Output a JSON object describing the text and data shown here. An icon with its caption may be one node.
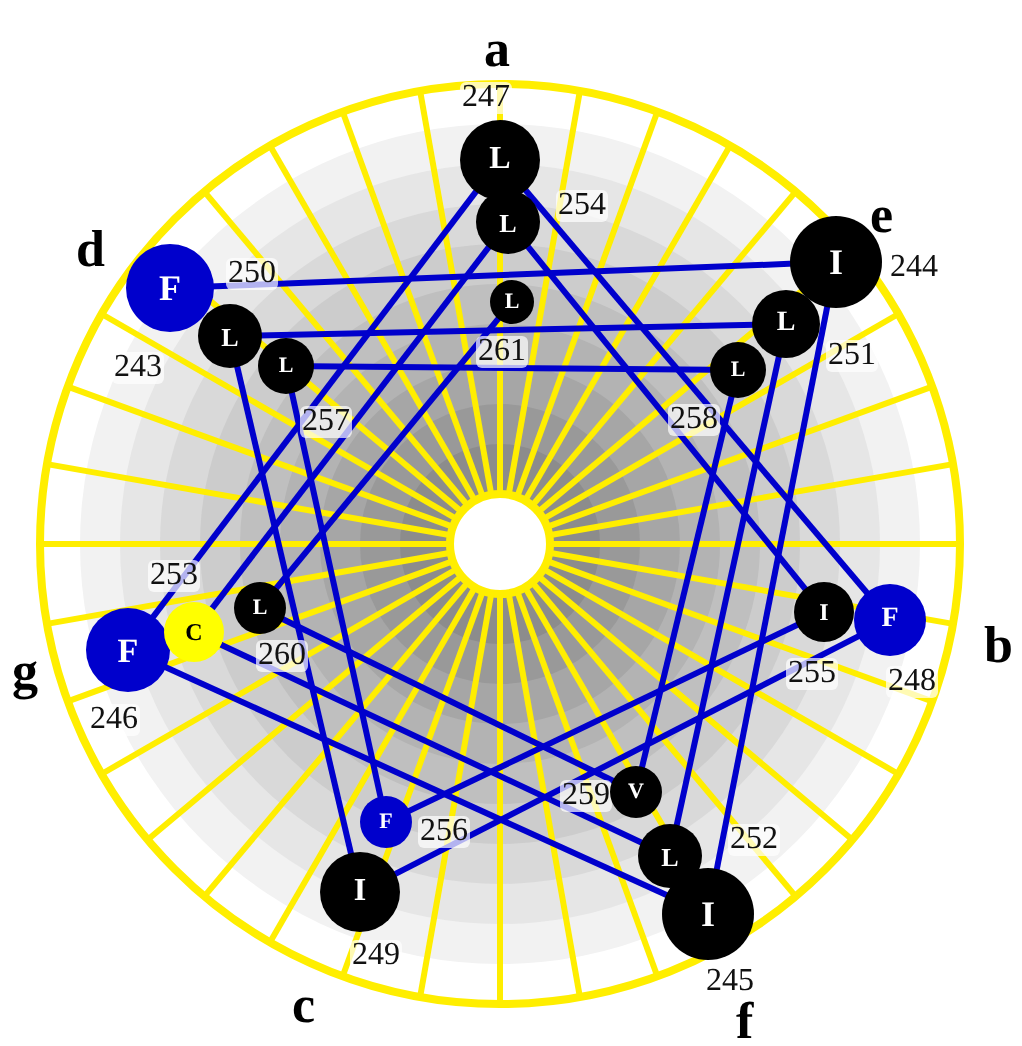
{
  "diagram": {
    "nodes": [
      {
        "text": [
          "F"
        ],
        "beside": [
          "243"
        ]
      },
      {
        "text": [
          "I"
        ],
        "beside": [
          "244"
        ]
      },
      {
        "text": [
          "I"
        ],
        "beside": [
          "245"
        ]
      },
      {
        "text": [
          "F"
        ],
        "beside": [
          "246"
        ]
      },
      {
        "text": [
          "L"
        ],
        "beside": [
          "247"
        ]
      },
      {
        "text": [
          "F"
        ],
        "beside": [
          "248"
        ]
      },
      {
        "text": [
          "I"
        ],
        "beside": [
          "249"
        ]
      },
      {
        "text": [
          "L"
        ],
        "beside": [
          "250"
        ]
      },
      {
        "text": [
          "L"
        ],
        "beside": [
          "251"
        ]
      },
      {
        "text": [
          "L"
        ],
        "beside": [
          "252"
        ]
      },
      {
        "text": [
          "C"
        ],
        "beside": [
          "253"
        ]
      },
      {
        "text": [
          "L"
        ],
        "beside": [
          "254"
        ]
      },
      {
        "text": [
          "I"
        ],
        "beside": [
          "255"
        ]
      },
      {
        "text": [
          "F"
        ],
        "beside": [
          "256"
        ]
      },
      {
        "text": [
          "L"
        ],
        "beside": [
          "257"
        ]
      },
      {
        "text": [
          "L"
        ],
        "beside": [
          "258"
        ]
      },
      {
        "text": [
          "V"
        ],
        "beside": [
          "259"
        ]
      },
      {
        "text": [
          "L"
        ],
        "beside": [
          "260"
        ]
      },
      {
        "text": [
          "L"
        ],
        "beside": [
          "261"
        ]
      }
    ],
    "edges": [
      {
        "from": 0,
        "to": 1,
        "arrow": "none"
      },
      {
        "from": 1,
        "to": 2,
        "arrow": "none"
      },
      {
        "from": 2,
        "to": 3,
        "arrow": "none"
      },
      {
        "from": 3,
        "to": 4,
        "arrow": "none"
      },
      {
        "from": 4,
        "to": 5,
        "arrow": "none"
      },
      {
        "from": 5,
        "to": 6,
        "arrow": "none"
      },
      {
        "from": 6,
        "to": 7,
        "arrow": "none"
      },
      {
        "from": 7,
        "to": 8,
        "arrow": "none"
      },
      {
        "from": 8,
        "to": 9,
        "arrow": "none"
      },
      {
        "from": 9,
        "to": 10,
        "arrow": "none"
      },
      {
        "from": 10,
        "to": 11,
        "arrow": "none"
      },
      {
        "from": 11,
        "to": 12,
        "arrow": "none"
      },
      {
        "from": 12,
        "to": 13,
        "arrow": "none"
      },
      {
        "from": 13,
        "to": 14,
        "arrow": "none"
      },
      {
        "from": 14,
        "to": 15,
        "arrow": "none"
      },
      {
        "from": 15,
        "to": 16,
        "arrow": "none"
      },
      {
        "from": 16,
        "to": 17,
        "arrow": "none"
      },
      {
        "from": 17,
        "to": 18,
        "arrow": "none"
      }
    ],
    "labels": [
      "a",
      "e",
      "d",
      "b",
      "g",
      "c",
      "f"
    ]
  }
}
